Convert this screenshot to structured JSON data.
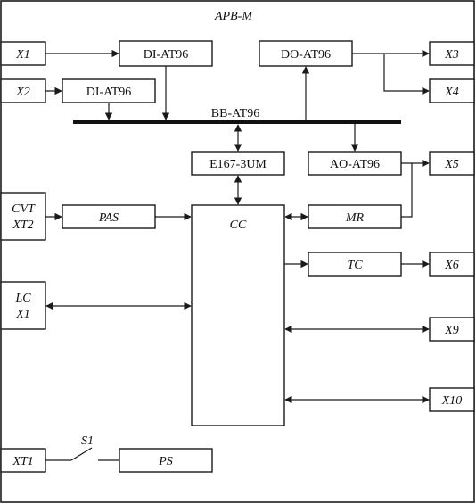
{
  "title": "APB-M",
  "bus": {
    "label": "BB-AT96"
  },
  "blocks": {
    "x1": "X1",
    "x2": "X2",
    "x3": "X3",
    "x4": "X4",
    "x5": "X5",
    "x6": "X6",
    "x9": "X9",
    "x10": "X10",
    "di1": "DI-AT96",
    "di2": "DI-AT96",
    "do": "DO-AT96",
    "e167": "E167-3UM",
    "ao": "AO-AT96",
    "cvt_line1": "CVT",
    "cvt_line2": "XT2",
    "pas": "PAS",
    "cc": "CC",
    "mr": "MR",
    "tc": "TC",
    "lc_line1": "LC",
    "lc_line2": "X1",
    "xt1": "XT1",
    "switch": "S1",
    "ps": "PS"
  }
}
